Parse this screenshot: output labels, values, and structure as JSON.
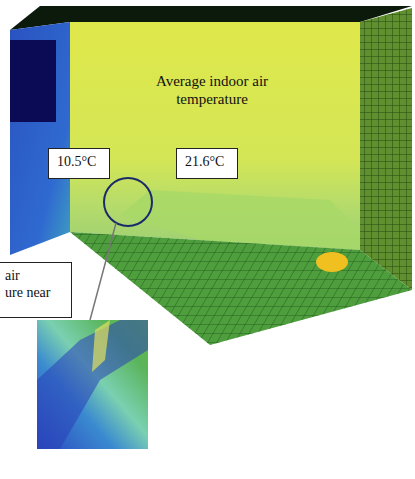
{
  "diagram": {
    "nodes": [
      {
        "text": [
          "10.5°C"
        ]
      },
      {
        "text": [
          "21.6°C"
        ]
      },
      {
        "text": [
          "air",
          "ure near"
        ]
      }
    ],
    "labels": [
      "Average indoor air temperature"
    ]
  }
}
